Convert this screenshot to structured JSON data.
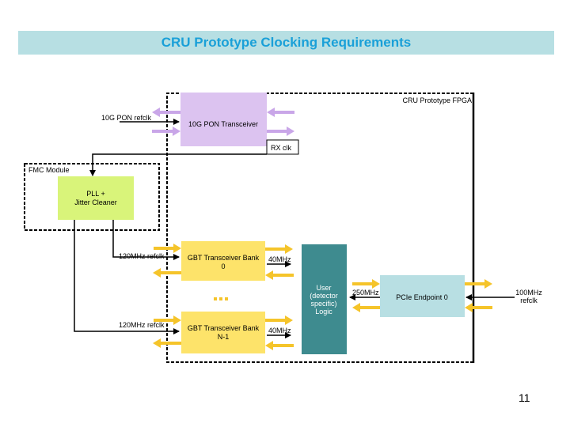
{
  "title": "CRU Prototype Clocking Requirements",
  "page_number": "11",
  "colors": {
    "title_bg": "#b7dfe3",
    "title_text": "#1aa0d8",
    "pon_block": "#dcc3f0",
    "pon_arrow": "#c9a6e8",
    "pll_block": "#d9f47a",
    "gbt_block": "#fde36a",
    "gbt_arrow": "#f5c42a",
    "user_logic_block": "#3e8b8f",
    "pcie_block": "#b8dfe3"
  },
  "containers": {
    "fpga_label": "CRU Prototype FPGA",
    "fmc_label": "FMC Module"
  },
  "blocks": {
    "pon_transceiver": "10G PON Transceiver",
    "pll_line1": "PLL +",
    "pll_line2": "Jitter Cleaner",
    "gbt0_line1": "GBT Transceiver Bank",
    "gbt0_line2": "0",
    "gbtn_line1": "GBT Transceiver Bank",
    "gbtn_line2": "N-1",
    "user_line1": "User",
    "user_line2": "(detector",
    "user_line3": "specific)",
    "user_line4": "Logic",
    "pcie": "PCIe Endpoint 0"
  },
  "labels": {
    "pon_refclk": "10G PON refclk",
    "rx_clk": "RX clk",
    "gbt0_refclk": "120MHz refclk",
    "gbtn_refclk": "120MHz refclk",
    "gbt0_clk": "40MHz",
    "gbtn_clk": "40MHz",
    "pcie_user_clk": "250MHz",
    "pcie_refclk_line1": "100MHz",
    "pcie_refclk_line2": "refclk",
    "ellipsis": "..."
  }
}
